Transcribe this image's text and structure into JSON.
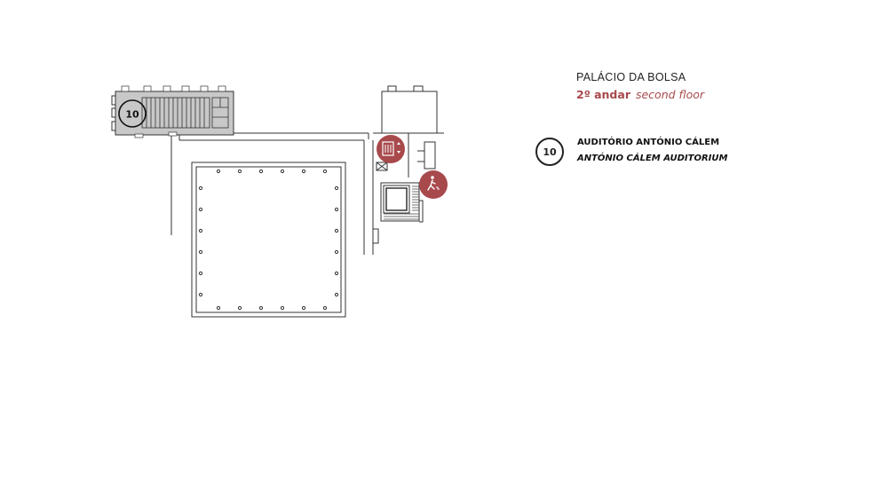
{
  "legend": {
    "building": "PALÁCIO DA BOLSA",
    "floor_pt": "2º andar",
    "floor_en": "second floor",
    "room_number": "10",
    "room_name_pt": "AUDITÓRIO ANTÓNIO CÁLEM",
    "room_name_en": "ANTÓNIO CÁLEM AUDITORIUM"
  },
  "map": {
    "marker_number": "10",
    "icons": [
      "elevator-icon",
      "stairs-person-icon"
    ],
    "colors": {
      "accent": "#a8494c",
      "highlight_room": "#c8c8c8",
      "walls": "#333333"
    }
  }
}
